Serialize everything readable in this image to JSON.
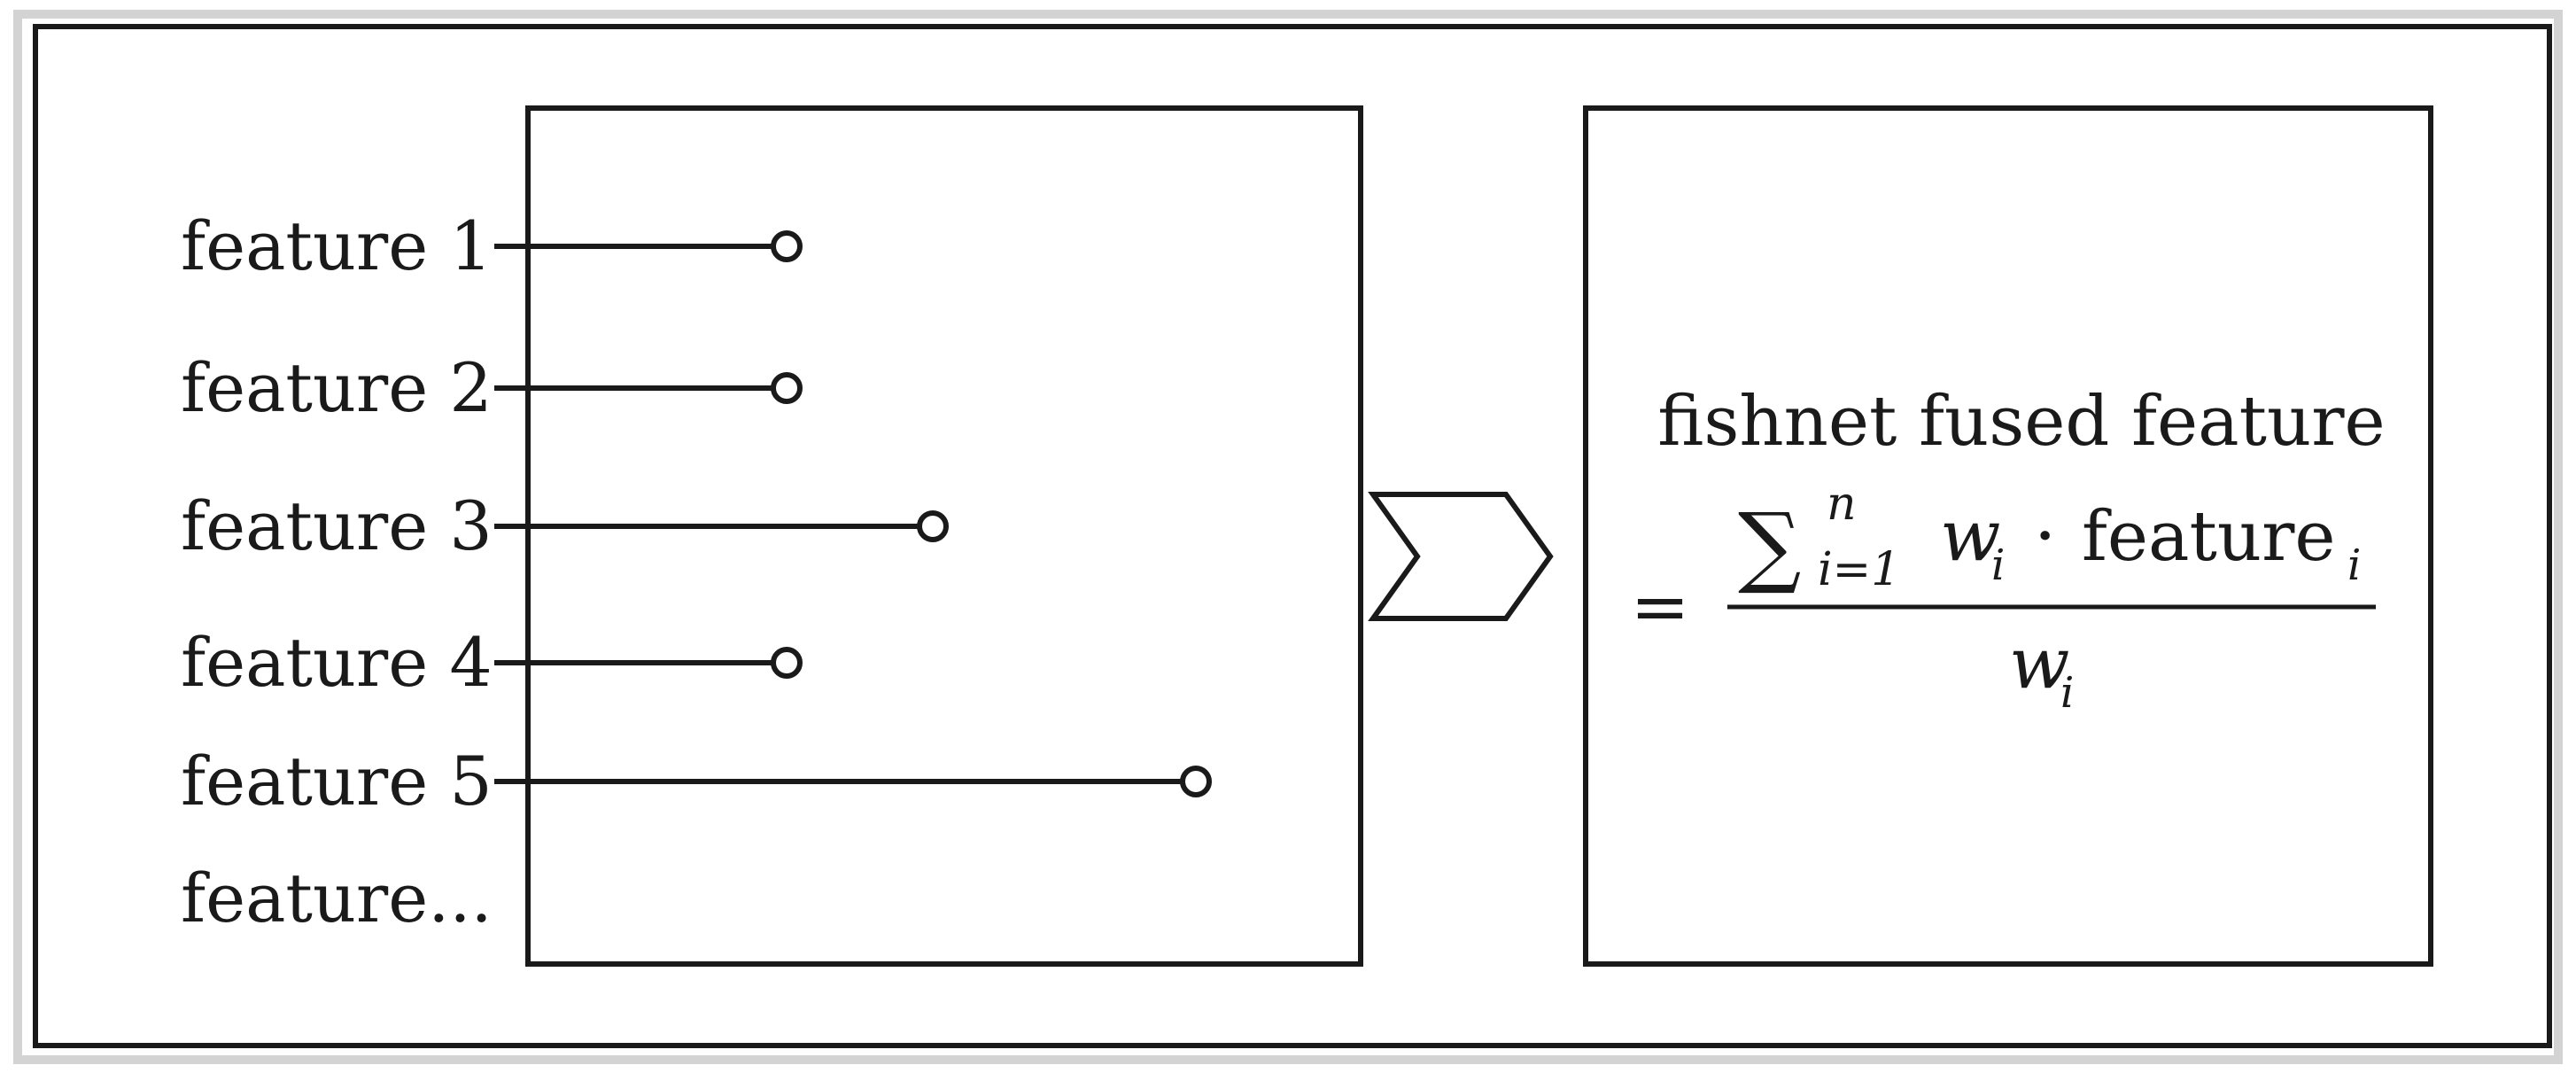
{
  "features": [
    {
      "label": "feature 1",
      "weight": 1
    },
    {
      "label": "feature 2",
      "weight": 1
    },
    {
      "label": "feature 3",
      "weight": 1.5
    },
    {
      "label": "feature 4",
      "weight": 1
    },
    {
      "label": "feature 5",
      "weight": 2.4
    }
  ],
  "more_label": "feature...",
  "result": {
    "title": "fishnet fused feature",
    "equals": "=",
    "sum_symbol": "∑",
    "sum_upper": "n",
    "sum_lower": "i=1",
    "numerator_weight": "w",
    "weight_index": "i",
    "dot": "·",
    "numerator_feature": "feature",
    "feature_index": "i",
    "denominator_weight": "w",
    "denominator_index": "i"
  },
  "colors": {
    "stroke": "#1a1a1a",
    "background": "#ffffff",
    "frame": "#cfcfcf"
  }
}
